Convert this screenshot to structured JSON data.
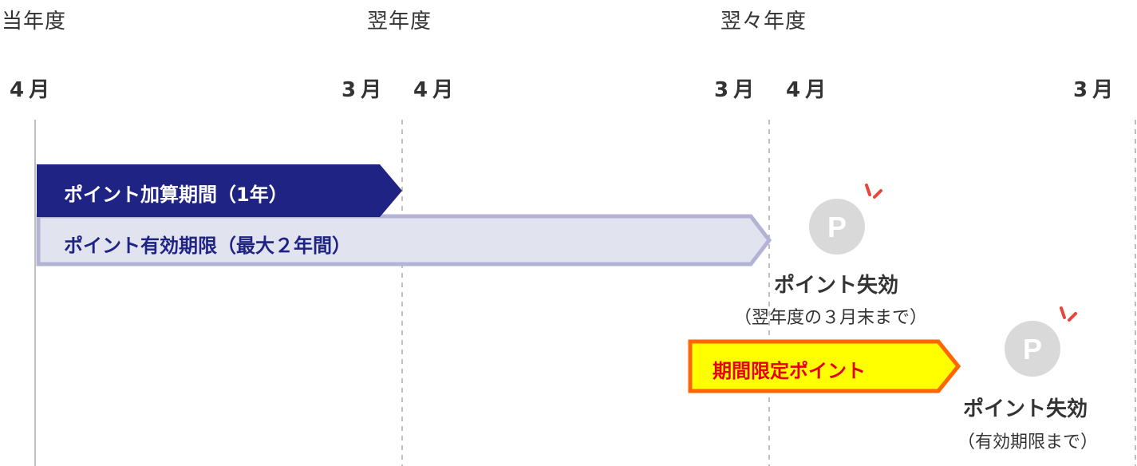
{
  "years": {
    "current": "当年度",
    "next": "翌年度",
    "after_next": "翌々年度"
  },
  "months": {
    "start_1": "4月",
    "end_1": "3月",
    "start_2": "4月",
    "end_2": "3月",
    "start_3": "4月",
    "end_3": "3月"
  },
  "bars": {
    "accrual": {
      "label": "ポイント加算期間（1年）",
      "color": "#1f2383",
      "text_color": "#ffffff"
    },
    "validity": {
      "label": "ポイント有効期限（最大２年間）",
      "color": "#e1e4ef",
      "border_color": "#b3b3d6",
      "text_color": "#1f2383"
    },
    "limited": {
      "label": "期間限定ポイント",
      "color": "#ffff00",
      "border_color": "#ff6600",
      "text_color": "#e60012"
    }
  },
  "expire": {
    "first": {
      "title": "ポイント失効",
      "note": "（翌年度の３月末まで）"
    },
    "second": {
      "title": "ポイント失効",
      "note": "（有効期限まで）"
    }
  },
  "icons": {
    "point_coin": {
      "letter": "P",
      "color": "#d9d9d9",
      "accent": "#e8453c"
    }
  }
}
